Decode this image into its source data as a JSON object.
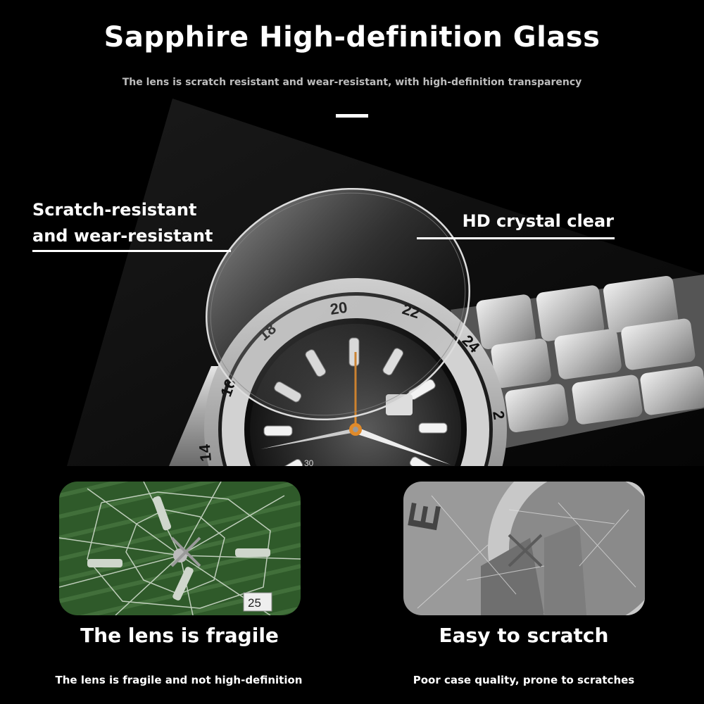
{
  "header": {
    "title": "Sapphire High-definition Glass",
    "subtitle": "The lens is scratch resistant and wear-resistant, with high-definition transparency"
  },
  "hero": {
    "callout_left_line1": "Scratch-resistant",
    "callout_left_line2": "and wear-resistant",
    "callout_right": "HD crystal clear",
    "bezel_numbers": [
      "16",
      "18",
      "20",
      "22",
      "24",
      "2",
      "14"
    ],
    "dial_brand_mark": "brand-shield-logo",
    "dial_small_text": "30"
  },
  "comparison": [
    {
      "caption": "The lens is fragile",
      "description": "The lens is fragile and not high-definition",
      "date_window": "25",
      "icon": "cross-icon"
    },
    {
      "caption": "Easy to scratch",
      "description": "Poor case quality, prone to scratches",
      "icon": "cross-icon"
    }
  ],
  "colors": {
    "background": "#000000",
    "text": "#ffffff",
    "subtitle": "#bdbdbd",
    "fragile_panel_green": "#2f5a2a",
    "scratch_panel_grey": "#9a9a9a"
  }
}
